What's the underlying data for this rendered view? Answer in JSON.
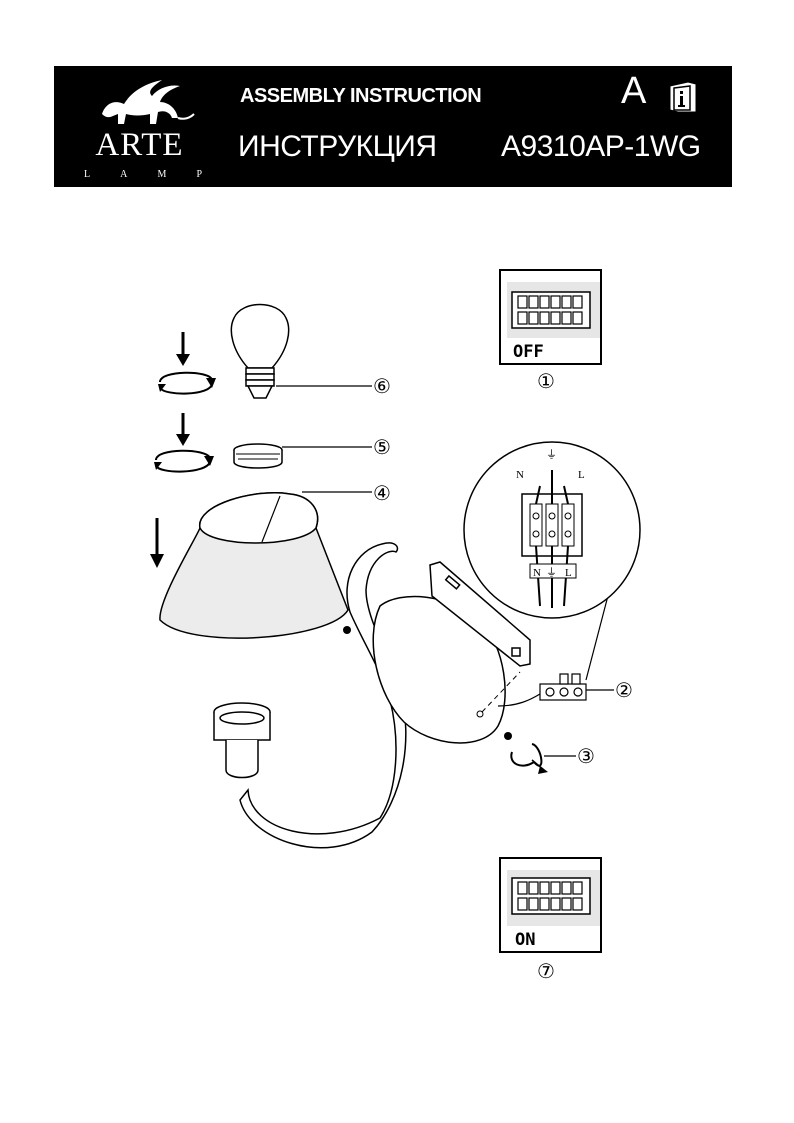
{
  "header": {
    "brand": "ARTE",
    "brand_sub": [
      "L",
      "A",
      "M",
      "P"
    ],
    "title_en": "ASSEMBLY INSTRUCTION",
    "title_ru": "ИНСТРУКЦИЯ",
    "model": "A9310AP-1WG",
    "language": "A"
  },
  "steps": {
    "s1": "①",
    "s2": "②",
    "s3": "③",
    "s4": "④",
    "s5": "⑤",
    "s6": "⑥",
    "s7": "⑦"
  },
  "switch_states": {
    "off": "OFF",
    "on": "ON"
  },
  "wiring": {
    "neutral": "N",
    "live": "L",
    "ground": "⏚"
  },
  "colors": {
    "header_bg": "#000000",
    "header_text": "#ffffff",
    "line": "#000000"
  },
  "icons": [
    "lion-logo-icon",
    "info-book-icon",
    "arrow-down-icon",
    "rotate-icon",
    "screw-icon"
  ]
}
